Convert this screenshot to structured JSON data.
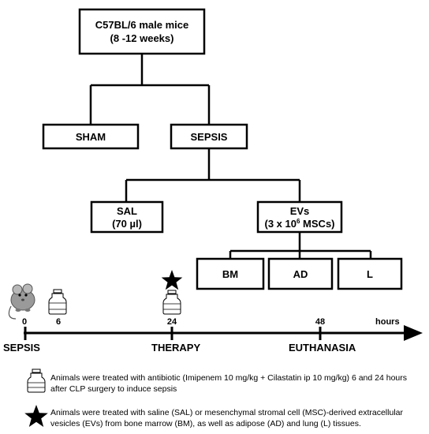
{
  "boxes": {
    "root_line1": "C57BL/6 male mice",
    "root_line2": "(8 -12 weeks)",
    "sham": "SHAM",
    "sepsis": "SEPSIS",
    "sal_line1": "SAL",
    "sal_line2": "(70 µl)",
    "evs_line1": "EVs",
    "evs_line2_prefix": "(3 x 10",
    "evs_line2_sup": "6",
    "evs_line2_suffix": " MSCs)",
    "bm": "BM",
    "ad": "AD",
    "l": "L"
  },
  "timeline": {
    "ticks": [
      "0",
      "6",
      "24",
      "48"
    ],
    "unit": "hours",
    "events": [
      "SEPSIS",
      "THERAPY",
      "EUTHANASIA"
    ]
  },
  "legend": {
    "antibiotic_text": "Animals were treated with antibiotic (Imipenem 10 mg/kg + Cilastatin ip 10 mg/kg) 6 and 24 hours after CLP surgery to induce sepsis",
    "star_text": "Animals were treated with saline (SAL) or mesenchymal stromal cell (MSC)-derived extracellular vesicles (EVs) from bone marrow (BM), as well as adipose (AD) and lung (L) tissues."
  },
  "icons": [
    "mouse-icon",
    "vial-icon",
    "star-icon",
    "arrow-icon"
  ]
}
